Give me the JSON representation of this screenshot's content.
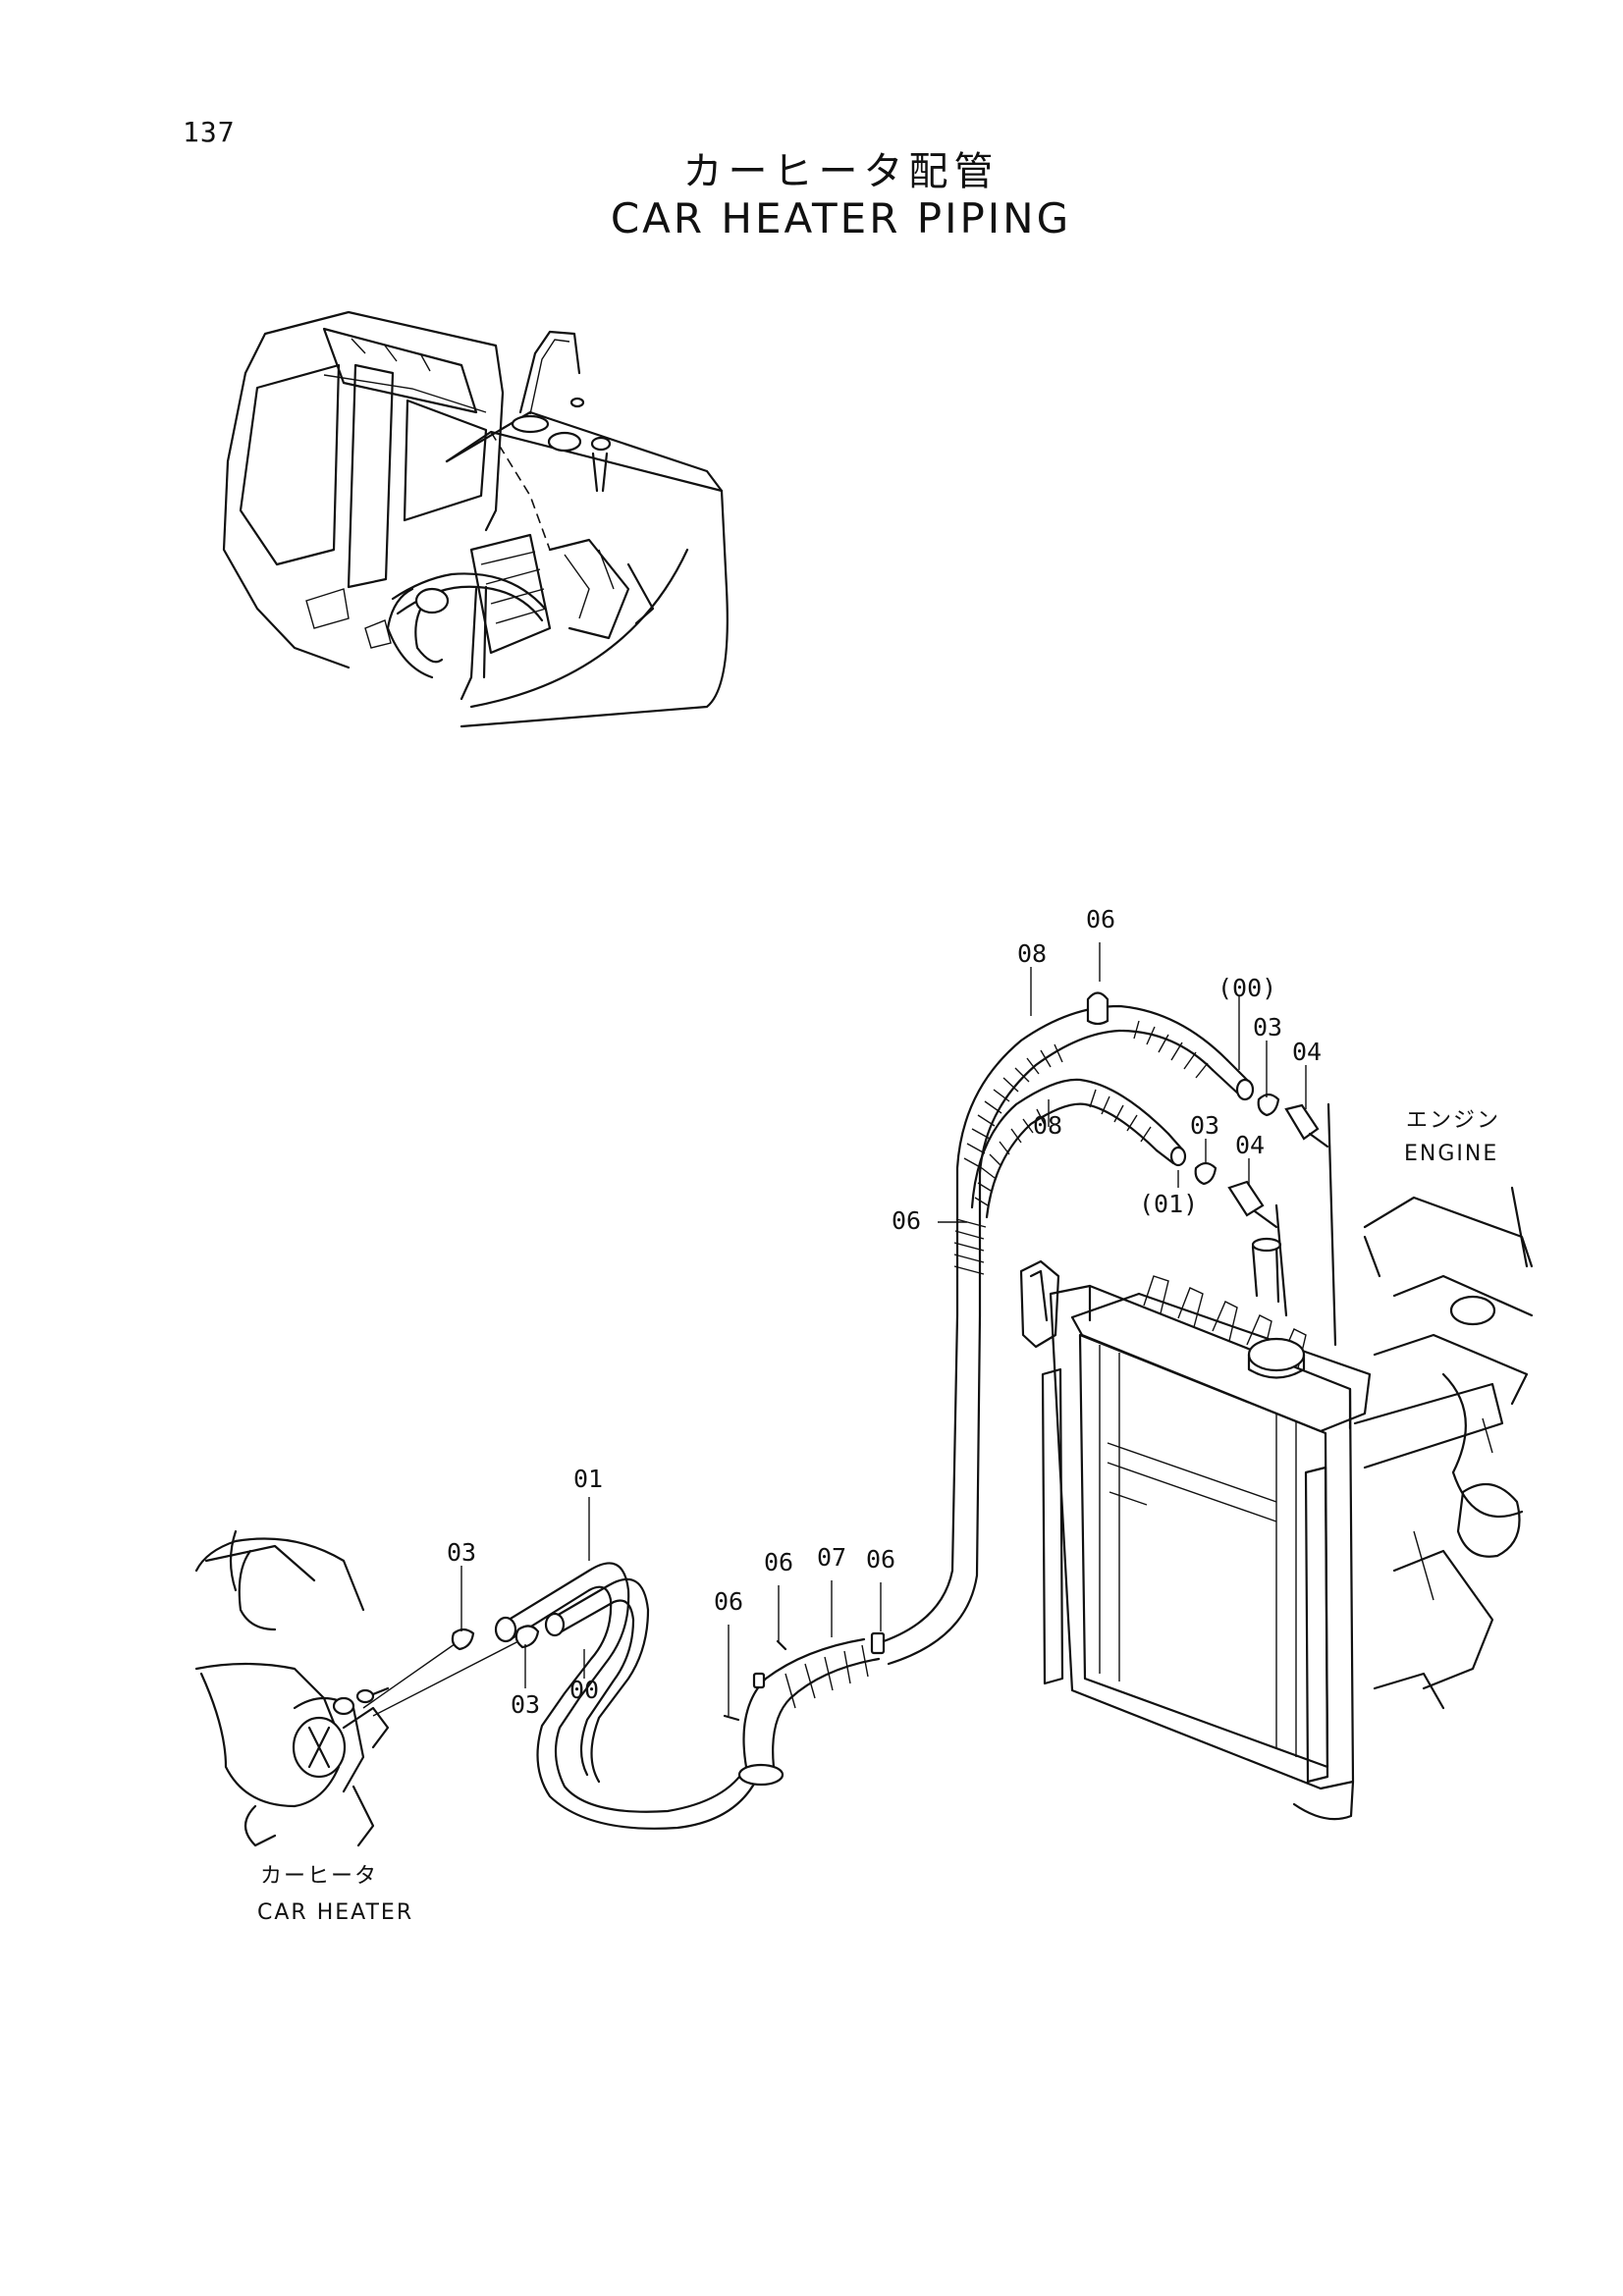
{
  "page": {
    "number": "137"
  },
  "title": {
    "japanese": "カーヒータ配管",
    "english": "CAR HEATER PIPING"
  },
  "captions": {
    "engine_jp": "エンジン",
    "engine_en": "ENGINE",
    "car_heater_jp": "カーヒータ",
    "car_heater_en": "CAR HEATER"
  },
  "part_labels": {
    "top_06": "06",
    "top_08": "08",
    "top_00": "(00)",
    "top_03": "03",
    "top_04": "04",
    "mid_08": "08",
    "mid_03": "03",
    "mid_04": "04",
    "mid_01": "(01)",
    "left_06": "06",
    "hose_01": "01",
    "clamp_03_upper": "03",
    "hose_00": "00",
    "clamp_03_lower": "03",
    "clamp_06_a": "06",
    "clamp_06_b": "06",
    "hose_07": "07",
    "clamp_06_c": "06"
  }
}
